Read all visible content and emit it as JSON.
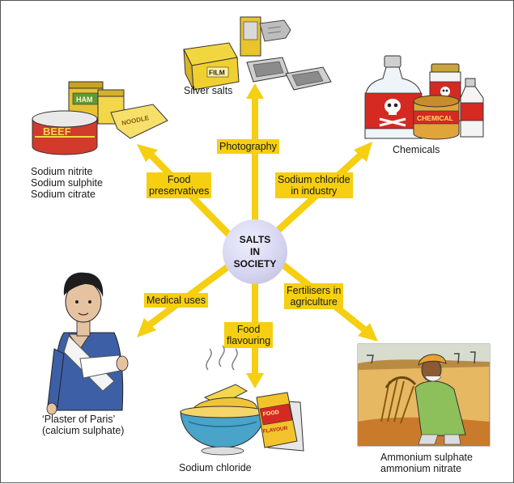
{
  "center": [
    "SALTS",
    "IN",
    "SOCIETY"
  ],
  "branches": {
    "photography": "Photography",
    "food_preservatives": [
      "Food",
      "preservatives"
    ],
    "industry": [
      "Sodium chloride",
      "in industry"
    ],
    "medical": "Medical uses",
    "fertilisers": [
      "Fertilisers in",
      "agriculture"
    ],
    "flavouring": [
      "Food",
      "flavouring"
    ]
  },
  "captions": {
    "silver": "Silver salts",
    "chemicals": "Chemicals",
    "preservatives": [
      "Sodium nitrite",
      "Sodium sulphite",
      "Sodium citrate"
    ],
    "plaster": [
      "‘Plaster of Paris’",
      "(calcium sulphate)"
    ],
    "sodium_chloride": "Sodium chloride",
    "ammonium": [
      "Ammonium sulphate",
      "ammonium nitrate"
    ]
  },
  "package_text": {
    "film": "FILM",
    "ham": "HAM",
    "beef": "BEEF",
    "noodle": "NOODLE",
    "chemical": "CHEMICAL",
    "food": "FOOD",
    "flavour": "FLAVOUR"
  },
  "colors": {
    "arrow": "#f5cf10",
    "box": "#f5cf10",
    "center": "#d3d3ee",
    "poison_red": "#d42a22"
  }
}
